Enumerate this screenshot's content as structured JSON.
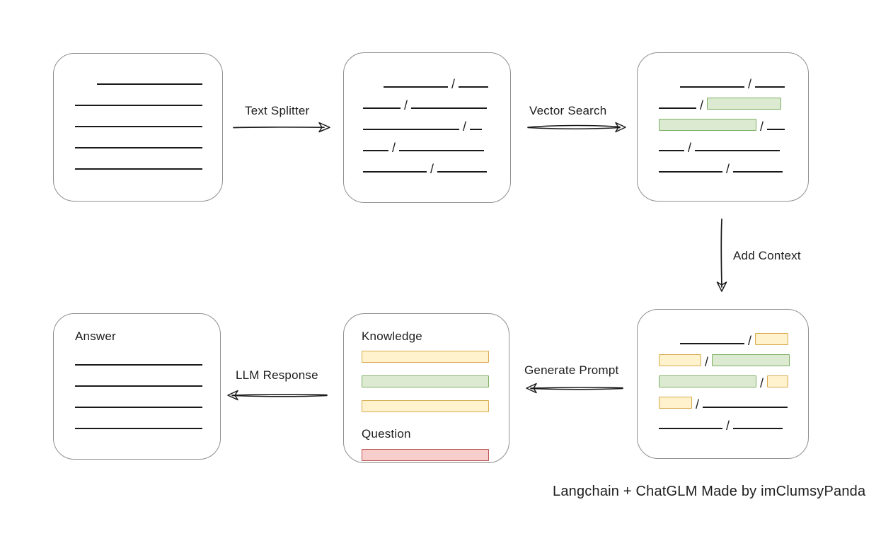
{
  "caption": "Langchain + ChatGLM Made by imClumsyPanda",
  "slash": "/",
  "colors": {
    "line": "#1a1a1a",
    "box_border": "#8f8f8f",
    "green_fill": "#dcead2",
    "green_border": "#7daf62",
    "yellow_fill": "#fff2cc",
    "yellow_border": "#d7aa4d",
    "red_fill": "#f8cecc",
    "red_border": "#b85450"
  },
  "arrow_labels": {
    "text_splitter": "Text Splitter",
    "vector_search": "Vector Search",
    "add_context": "Add Context",
    "generate_prompt": "Generate Prompt",
    "llm_response": "LLM Response"
  },
  "boxes": {
    "document": {
      "rows": [
        {
          "indent": 31,
          "segments": [
            {
              "kind": "line",
              "w": 149
            }
          ]
        },
        {
          "indent": 0,
          "segments": [
            {
              "kind": "line",
              "w": 180
            }
          ]
        },
        {
          "indent": 0,
          "segments": [
            {
              "kind": "line",
              "w": 180
            }
          ]
        },
        {
          "indent": 0,
          "segments": [
            {
              "kind": "line",
              "w": 180
            }
          ]
        },
        {
          "indent": 0,
          "segments": [
            {
              "kind": "line",
              "w": 180
            }
          ]
        }
      ]
    },
    "split_chunks": {
      "rows": [
        {
          "indent": 29,
          "segments": [
            {
              "kind": "line",
              "w": 91
            },
            {
              "kind": "slash"
            },
            {
              "kind": "line",
              "w": 42
            }
          ]
        },
        {
          "indent": 0,
          "segments": [
            {
              "kind": "line",
              "w": 53
            },
            {
              "kind": "slash"
            },
            {
              "kind": "line",
              "w": 107
            }
          ]
        },
        {
          "indent": 0,
          "segments": [
            {
              "kind": "line",
              "w": 136
            },
            {
              "kind": "slash"
            },
            {
              "kind": "line",
              "w": 17
            }
          ]
        },
        {
          "indent": 0,
          "segments": [
            {
              "kind": "line",
              "w": 36
            },
            {
              "kind": "slash"
            },
            {
              "kind": "line",
              "w": 120
            }
          ]
        },
        {
          "indent": 0,
          "segments": [
            {
              "kind": "line",
              "w": 90
            },
            {
              "kind": "slash"
            },
            {
              "kind": "line",
              "w": 70
            }
          ]
        }
      ]
    },
    "matched_chunks": {
      "rows": [
        {
          "indent": 30,
          "segments": [
            {
              "kind": "line",
              "w": 91
            },
            {
              "kind": "slash"
            },
            {
              "kind": "line",
              "w": 42
            }
          ]
        },
        {
          "indent": 0,
          "segments": [
            {
              "kind": "line",
              "w": 53
            },
            {
              "kind": "slash"
            },
            {
              "kind": "chunk",
              "color": "green",
              "w": 105
            }
          ]
        },
        {
          "indent": 0,
          "segments": [
            {
              "kind": "chunk",
              "color": "green",
              "w": 138
            },
            {
              "kind": "slash"
            },
            {
              "kind": "line",
              "w": 25
            }
          ]
        },
        {
          "indent": 0,
          "segments": [
            {
              "kind": "line",
              "w": 36
            },
            {
              "kind": "slash"
            },
            {
              "kind": "line",
              "w": 120
            }
          ]
        },
        {
          "indent": 0,
          "segments": [
            {
              "kind": "line",
              "w": 90
            },
            {
              "kind": "slash"
            },
            {
              "kind": "line",
              "w": 70
            }
          ]
        }
      ]
    },
    "context_chunks": {
      "rows": [
        {
          "indent": 30,
          "segments": [
            {
              "kind": "line",
              "w": 91
            },
            {
              "kind": "slash"
            },
            {
              "kind": "chunk",
              "color": "yellow",
              "w": 47
            }
          ]
        },
        {
          "indent": 0,
          "segments": [
            {
              "kind": "chunk",
              "color": "yellow",
              "w": 60
            },
            {
              "kind": "slash"
            },
            {
              "kind": "chunk",
              "color": "green",
              "w": 110
            }
          ]
        },
        {
          "indent": 0,
          "segments": [
            {
              "kind": "chunk",
              "color": "green",
              "w": 138
            },
            {
              "kind": "slash"
            },
            {
              "kind": "chunk",
              "color": "yellow",
              "w": 30
            }
          ]
        },
        {
          "indent": 0,
          "segments": [
            {
              "kind": "chunk",
              "color": "yellow",
              "w": 47
            },
            {
              "kind": "slash"
            },
            {
              "kind": "line",
              "w": 120
            }
          ]
        },
        {
          "indent": 0,
          "segments": [
            {
              "kind": "line",
              "w": 90
            },
            {
              "kind": "slash"
            },
            {
              "kind": "line",
              "w": 70
            }
          ]
        }
      ]
    },
    "prompt": {
      "knowledge_label": "Knowledge",
      "question_label": "Question",
      "knowledge_bars": [
        "yellow",
        "green",
        "yellow"
      ],
      "question_bars": [
        "red"
      ]
    },
    "answer": {
      "label": "Answer",
      "rows": [
        {
          "indent": 0,
          "segments": [
            {
              "kind": "line",
              "w": 180
            }
          ]
        },
        {
          "indent": 0,
          "segments": [
            {
              "kind": "line",
              "w": 180
            }
          ]
        },
        {
          "indent": 0,
          "segments": [
            {
              "kind": "line",
              "w": 180
            }
          ]
        },
        {
          "indent": 0,
          "segments": [
            {
              "kind": "line",
              "w": 180
            }
          ]
        }
      ]
    }
  }
}
